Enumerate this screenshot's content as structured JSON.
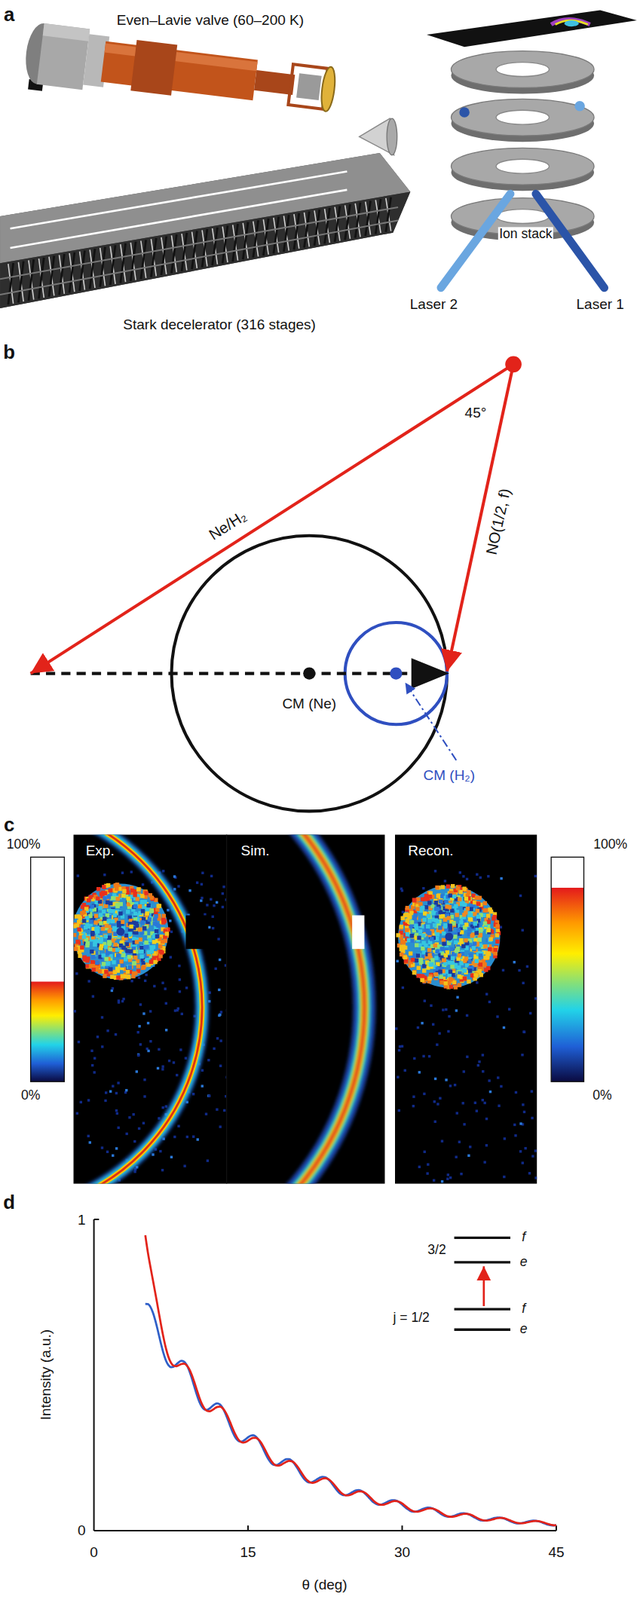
{
  "diagram": {
    "labels": [
      "a",
      "Even–Lavie valve (60–200 K)",
      "Ion stack",
      "Laser 2",
      "Laser 1",
      "Stark decelerator (316 stages)",
      "b",
      "Ne/H₂",
      "NO(1/2, f)",
      "45°",
      "CM (Ne)",
      "CM (H₂)",
      "c",
      "Exp.",
      "Sim.",
      "Recon.",
      "100%",
      "0%",
      "100%",
      "0%",
      "d",
      "1",
      "0",
      "Intensity (a.u.)",
      "3/2",
      "f",
      "e",
      "j = 1/2",
      "f",
      "e",
      "0",
      "15",
      "30",
      "45",
      "θ (deg)"
    ]
  }
}
